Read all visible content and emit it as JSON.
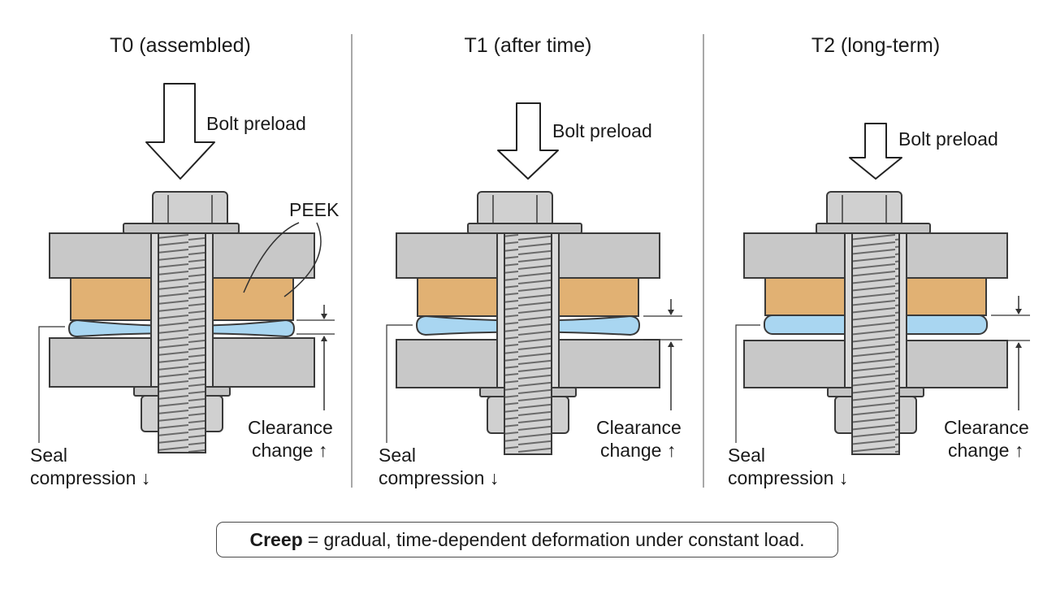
{
  "colors": {
    "steel": "#c8c8c8",
    "steel_dark": "#b0b0b0",
    "peek": "#e1b173",
    "seal": "#a9d6f1",
    "outline": "#3a3a3a",
    "divider": "#8c8c8c"
  },
  "stages": [
    {
      "title": "T0 (assembled)",
      "preload_label": "Bolt preload",
      "peek_label": "PEEK",
      "seal_label_line1": "Seal",
      "seal_label_line2": "compression ↓",
      "clearance_label_line1": "Clearance",
      "clearance_label_line2": "change ↑"
    },
    {
      "title": "T1 (after time)",
      "preload_label": "Bolt preload",
      "seal_label_line1": "Seal",
      "seal_label_line2": "compression ↓",
      "clearance_label_line1": "Clearance",
      "clearance_label_line2": "change ↑"
    },
    {
      "title": "T2 (long-term)",
      "preload_label": "Bolt preload",
      "seal_label_line1": "Seal",
      "seal_label_line2": "compression ↓",
      "clearance_label_line1": "Clearance",
      "clearance_label_line2": "change ↑"
    }
  ],
  "note": {
    "term": "Creep",
    "definition": "= gradual, time-dependent deformation under constant load."
  }
}
